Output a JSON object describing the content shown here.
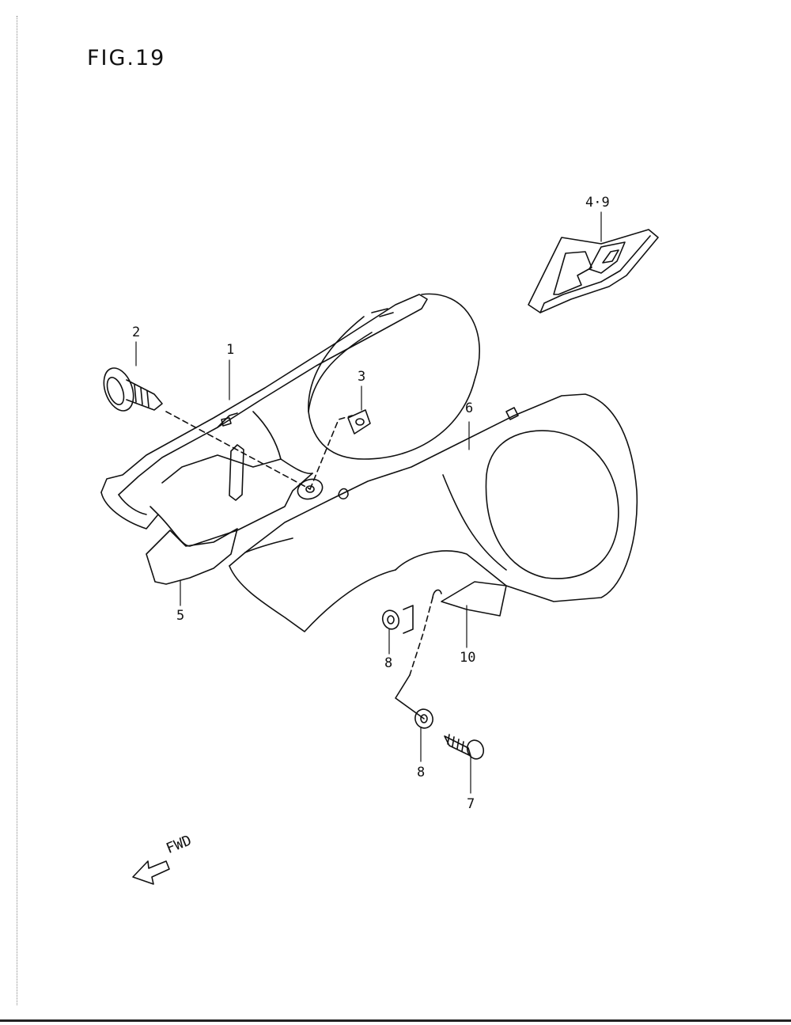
{
  "figure": {
    "title": "FIG.19",
    "direction_label": "FWD"
  },
  "callouts": [
    {
      "id": "c1",
      "text": "1"
    },
    {
      "id": "c2",
      "text": "2"
    },
    {
      "id": "c3",
      "text": "3"
    },
    {
      "id": "c49",
      "text": "4·9"
    },
    {
      "id": "c5",
      "text": "5"
    },
    {
      "id": "c6",
      "text": "6"
    },
    {
      "id": "c7",
      "text": "7"
    },
    {
      "id": "c8a",
      "text": "8"
    },
    {
      "id": "c8b",
      "text": "8"
    },
    {
      "id": "c10",
      "text": "10"
    }
  ],
  "colors": {
    "line": "#111111",
    "background": "#ffffff"
  }
}
